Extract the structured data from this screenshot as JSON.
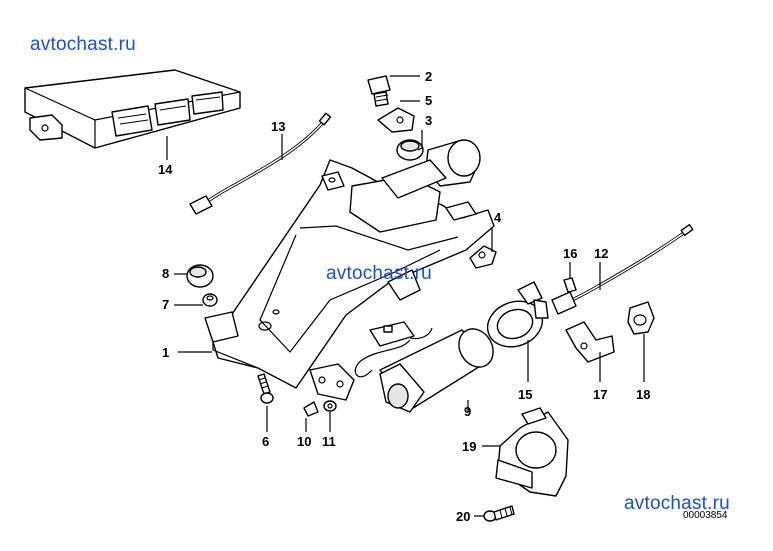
{
  "watermarks": [
    "avtochast.ru",
    "avtochast.ru",
    "avtochast.ru"
  ],
  "diagram_id": "00003854",
  "callouts": [
    "1",
    "2",
    "3",
    "4",
    "5",
    "6",
    "7",
    "8",
    "9",
    "10",
    "11",
    "12",
    "13",
    "14",
    "15",
    "16",
    "17",
    "18",
    "19",
    "20"
  ]
}
